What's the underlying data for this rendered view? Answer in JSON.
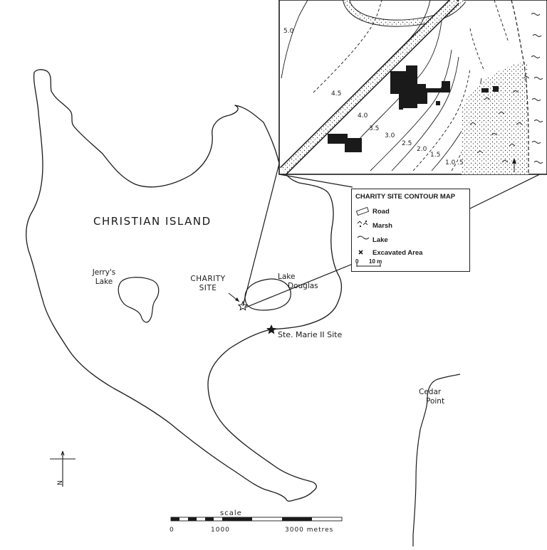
{
  "map": {
    "island_name": "CHRISTIAN ISLAND",
    "features": {
      "jerrys_lake": [
        "Jerry's",
        "Lake"
      ],
      "charity_site": [
        "CHARITY",
        "SITE"
      ],
      "lake_douglas": [
        "Lake",
        "Douglas"
      ],
      "ste_marie": "Ste. Marie II Site",
      "cedar_point": [
        "Cedar",
        "Point"
      ]
    },
    "north_label": "N",
    "scale": {
      "title": "scale",
      "ticks": [
        "0",
        "1000",
        "3000 metres"
      ]
    }
  },
  "inset": {
    "contour_labels": [
      "5.0",
      "4.5",
      "4.0",
      "3.5",
      "3.0",
      "2.5",
      "2.0",
      "1.5",
      "1.0",
      ".5"
    ]
  },
  "legend": {
    "title": "CHARITY SITE CONTOUR MAP",
    "items": [
      {
        "label": "Road",
        "symbol": "road-symbol"
      },
      {
        "label": "Marsh",
        "symbol": "marsh-symbol"
      },
      {
        "label": "Lake",
        "symbol": "lake-symbol"
      },
      {
        "label": "Excavated Area",
        "symbol": "excavated-symbol"
      }
    ],
    "scale_start": "0",
    "scale_end": "10 m"
  }
}
